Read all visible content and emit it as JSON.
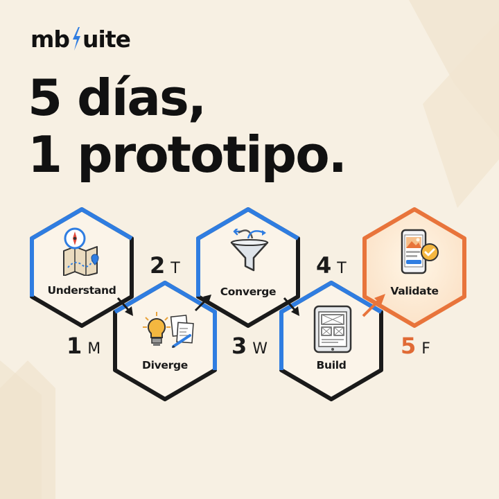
{
  "brand": {
    "logo_prefix": "mb",
    "logo_suffix": "uite"
  },
  "headline": {
    "line1": "5 días,",
    "line2": "1 prototipo."
  },
  "steps": [
    {
      "label": "Understand",
      "day_number": "1",
      "day_letter": "M",
      "icon": "compass-map-icon"
    },
    {
      "label": "Diverge",
      "day_number": "2",
      "day_letter": "T",
      "icon": "lightbulb-sketch-icon"
    },
    {
      "label": "Converge",
      "day_number": "3",
      "day_letter": "W",
      "icon": "funnel-icon"
    },
    {
      "label": "Build",
      "day_number": "4",
      "day_letter": "T",
      "icon": "tablet-wireframe-icon"
    },
    {
      "label": "Validate",
      "day_number": "5",
      "day_letter": "F",
      "icon": "phone-check-icon"
    }
  ],
  "colors": {
    "background": "#f7f0e3",
    "blue": "#2f7de1",
    "orange": "#e8743b",
    "dark": "#111111"
  }
}
